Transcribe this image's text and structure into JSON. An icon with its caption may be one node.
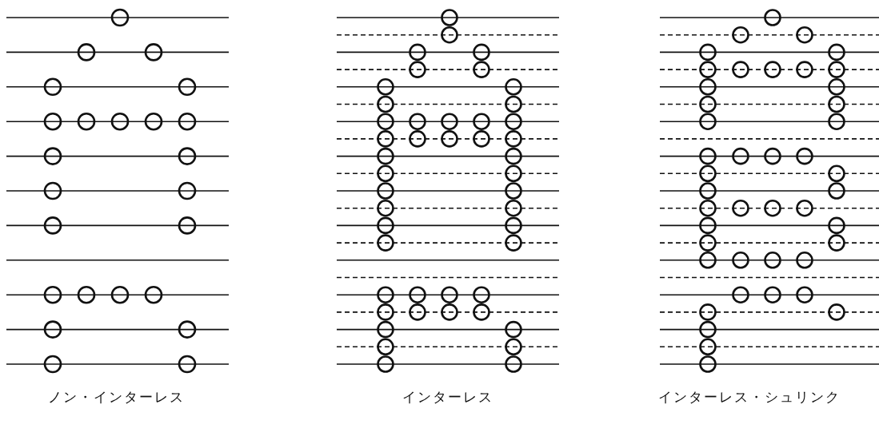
{
  "diagram": {
    "labels": [
      "ノン・インターレス",
      "インターレス",
      "インターレス・シュリンク"
    ]
  }
}
